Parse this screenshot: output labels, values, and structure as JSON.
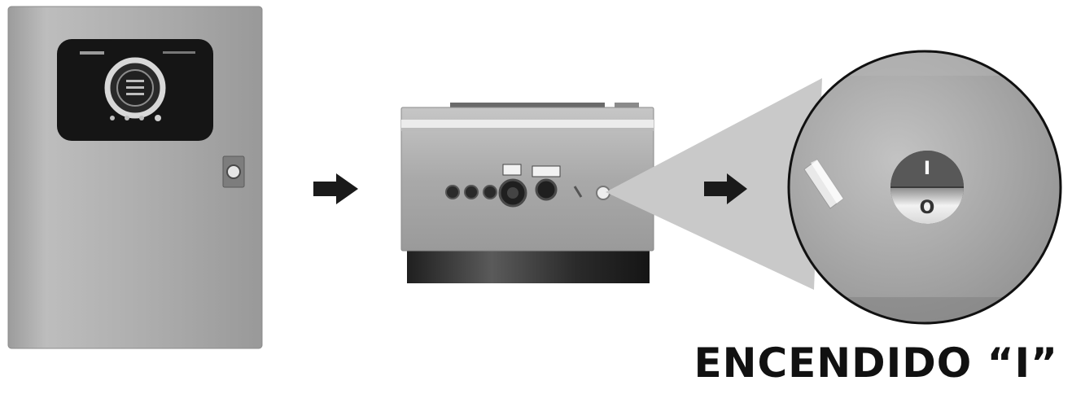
{
  "caption": "ENCENDIDO “I”",
  "switch": {
    "on_symbol": "I",
    "off_symbol": "O"
  },
  "icons": {
    "arrow_1": "arrow-right-icon",
    "arrow_2": "arrow-right-icon"
  },
  "colors": {
    "cabinet": "#a8a8a8",
    "display": "#151515",
    "arrow": "#1a1a1a",
    "magnifier": "#c9c9c9",
    "text": "#111111"
  }
}
